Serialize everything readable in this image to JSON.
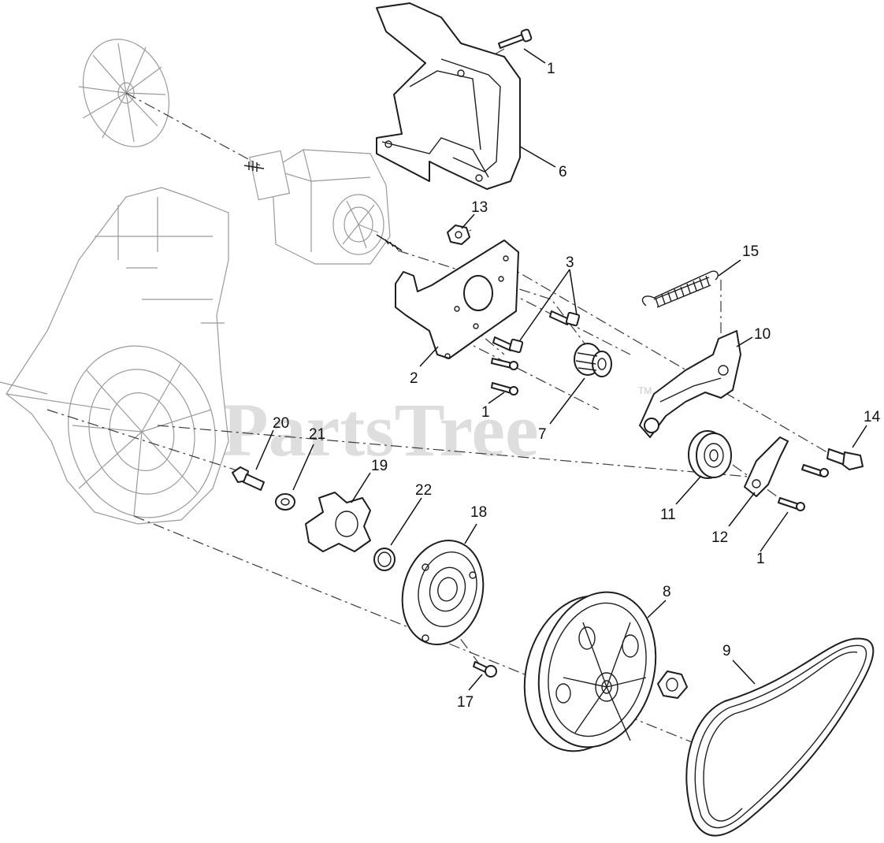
{
  "watermark": {
    "text": "PartsTree",
    "trademark": "TM"
  },
  "callouts": {
    "c1_top": "1",
    "c6": "6",
    "c13": "13",
    "c3": "3",
    "c15": "15",
    "c10": "10",
    "c2": "2",
    "c1_mid": "1",
    "c7": "7",
    "c14": "14",
    "c20": "20",
    "c21": "21",
    "c19": "19",
    "c22": "22",
    "c18": "18",
    "c11": "11",
    "c12": "12",
    "c1_right": "1",
    "c8": "8",
    "c9": "9",
    "c17": "17"
  },
  "colors": {
    "line": "#1e1e1e",
    "ghost": "#9a9a9a",
    "watermark": "#d9d9d9"
  }
}
